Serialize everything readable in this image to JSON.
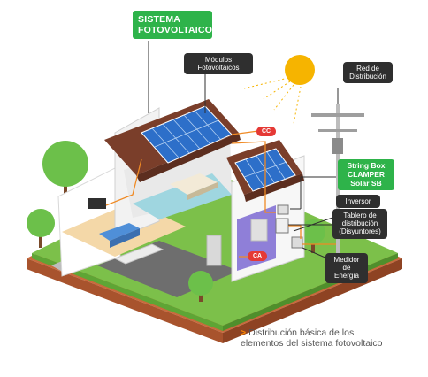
{
  "labels": {
    "system": [
      "SISTEMA",
      "FOTOVOLTAICO"
    ],
    "modules": [
      "Módulos",
      "Fotovoltaicos"
    ],
    "grid": [
      "Red de",
      "Distribución"
    ],
    "string_box": [
      "String Box",
      "CLAMPER",
      "Solar SB"
    ],
    "inverter": "Inversor",
    "board": [
      "Tablero de",
      "distribución",
      "(Disyuntores)"
    ],
    "meter": [
      "Medidor",
      "de Energía"
    ],
    "cc": "CC",
    "ca": "CA"
  },
  "caption": {
    "line1": "Distribución básica de los",
    "line2": "elementos del sistema fotovoltaico"
  },
  "colors": {
    "green": "#2eb34a",
    "dark": "#2f2f2f",
    "wire": "#f08a24",
    "badge": "#e53935"
  }
}
